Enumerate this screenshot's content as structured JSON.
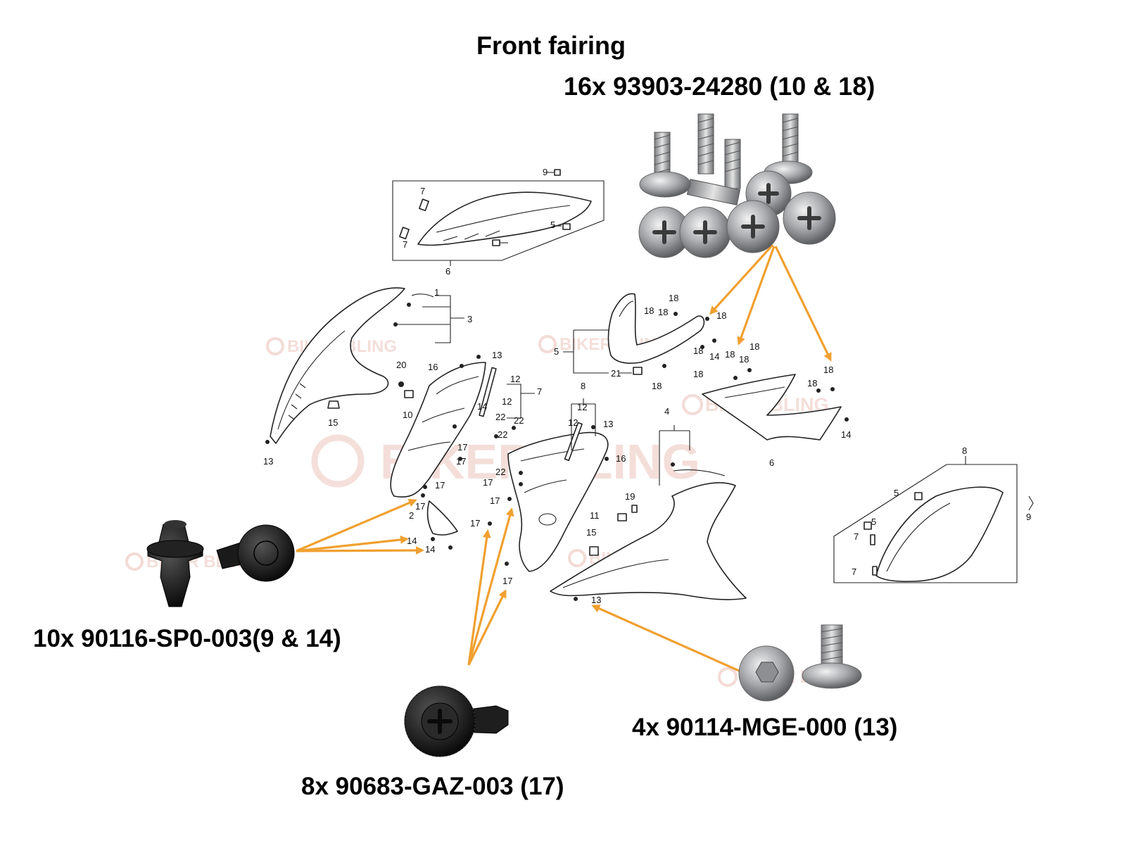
{
  "title": "Front fairing",
  "fasteners": {
    "screw_93903": {
      "label": "16x 93903-24280 (10 & 18)"
    },
    "clip_90116": {
      "label": "10x 90116-SP0-003(9 & 14)"
    },
    "clip_90683": {
      "label": "8x 90683-GAZ-003 (17)"
    },
    "bolt_90114": {
      "label": "4x 90114-MGE-000 (13)"
    }
  },
  "watermark": "BIKER BLING",
  "callouts": {
    "n1": "1",
    "n2": "2",
    "n3": "3",
    "n4": "4",
    "n5": "5",
    "n6": "6",
    "n7": "7",
    "n8": "8",
    "n9": "9",
    "n10": "10",
    "n11": "11",
    "n12": "12",
    "n13": "13",
    "n14": "14",
    "n15": "15",
    "n16": "16",
    "n17": "17",
    "n18": "18",
    "n19": "19",
    "n20": "20",
    "n21": "21",
    "n22": "22"
  },
  "colors": {
    "arrow": "#f0a030",
    "watermark": "#e7b7ad",
    "steel": "#a7a9ac",
    "plastic": "#1a1a1a"
  }
}
